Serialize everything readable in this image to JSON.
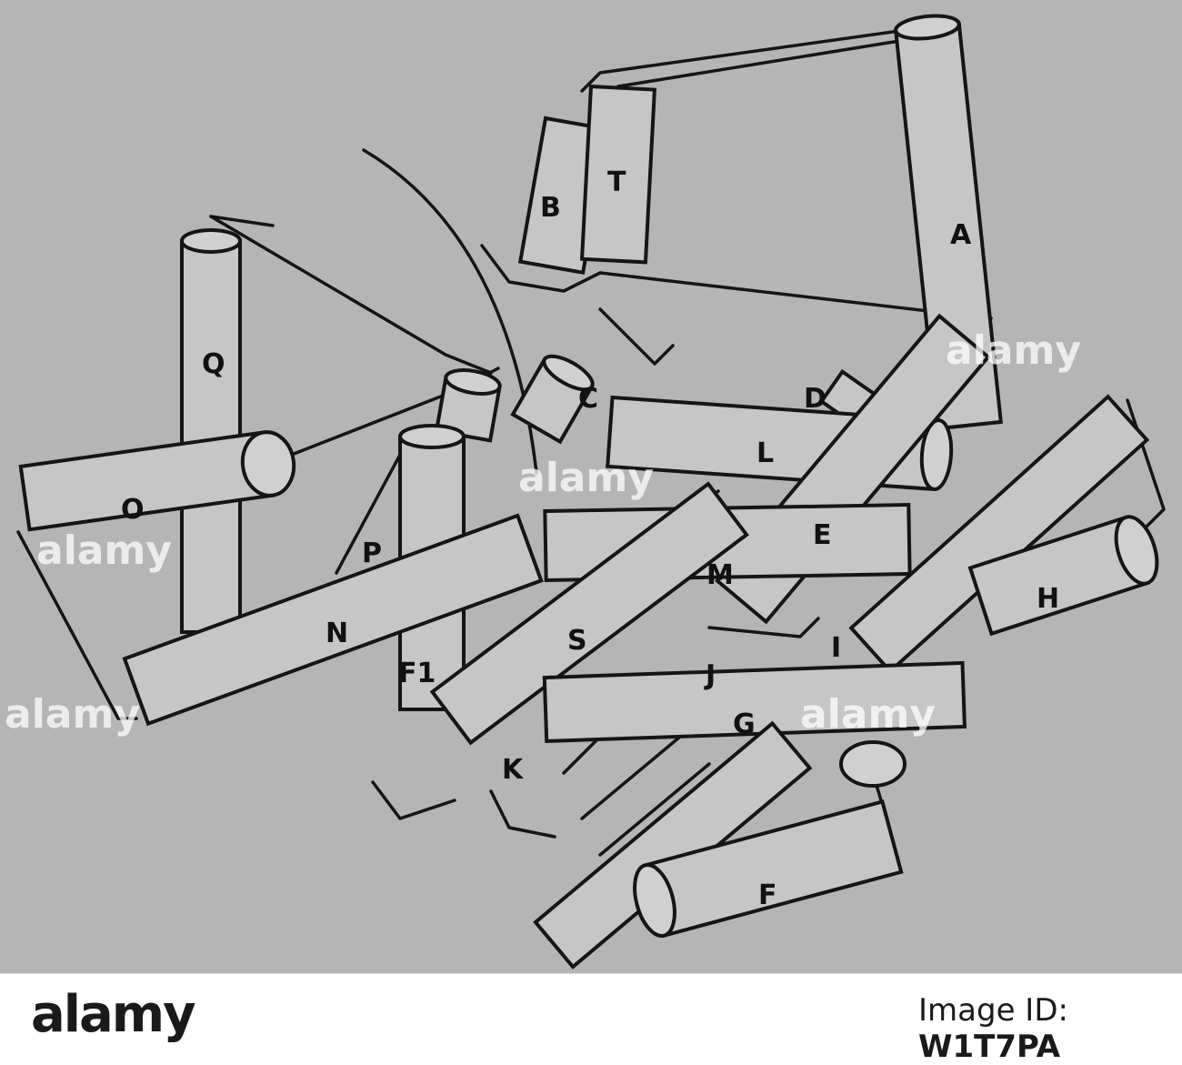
{
  "labels": [
    "A",
    "B",
    "T",
    "C",
    "D",
    "L",
    "E",
    "M",
    "H",
    "I",
    "G",
    "J",
    "F",
    "K",
    "S",
    "N",
    "O",
    "P",
    "Q",
    "F1"
  ],
  "watermark": "alamy",
  "footer": {
    "brand": "alamy",
    "image_id_prefix": "Image ID: ",
    "image_id": "W1T7PA"
  }
}
